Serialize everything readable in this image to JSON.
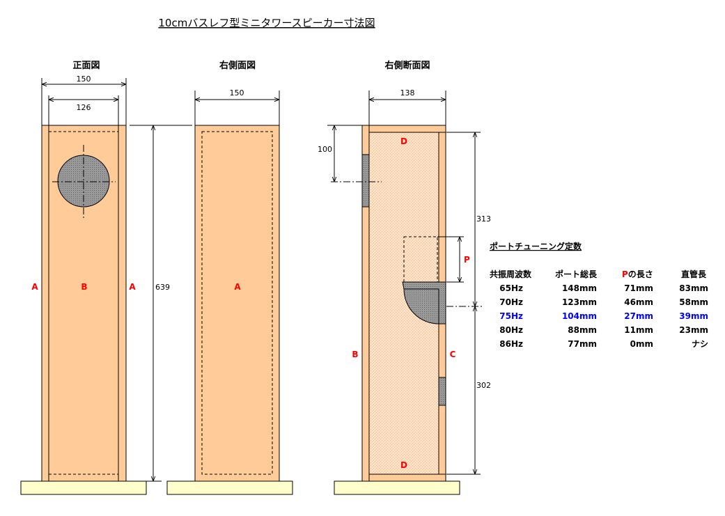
{
  "title": "10cmバスレフ型ミニタワースピーカー寸法図",
  "colors": {
    "panel": "#FFCC99",
    "interior": "#FFE2C6",
    "base": "#FFFFCC",
    "driver": "#999999",
    "label_red": "#FF0000",
    "highlight": "#0000FF"
  },
  "front_view": {
    "label": "正面図",
    "width_outer": "150",
    "width_inner": "126",
    "height": "639",
    "panel_left": "A",
    "panel_center": "B",
    "panel_right": "A"
  },
  "side_view": {
    "label": "右側面図",
    "width": "150",
    "panel": "A"
  },
  "section_view": {
    "label": "右側断面図",
    "depth": "138",
    "driver_offset": "100",
    "upper_height": "313",
    "lower_height": "302",
    "port_label": "P",
    "panel_top": "D",
    "panel_bottom": "D",
    "panel_front": "B",
    "panel_back": "C"
  },
  "tuning_table": {
    "title": "ポートチューニング定数",
    "headers": {
      "frequency": "共振周波数",
      "port_total": "ポート総長",
      "p_length_prefix": "P",
      "p_length_suffix": "の長さ",
      "straight": "直管長"
    },
    "rows": [
      {
        "frequency": "65Hz",
        "port_total": "148mm",
        "p_length": "71mm",
        "straight": "83mm",
        "highlight": false
      },
      {
        "frequency": "70Hz",
        "port_total": "123mm",
        "p_length": "46mm",
        "straight": "58mm",
        "highlight": false
      },
      {
        "frequency": "75Hz",
        "port_total": "104mm",
        "p_length": "27mm",
        "straight": "39mm",
        "highlight": true
      },
      {
        "frequency": "80Hz",
        "port_total": "88mm",
        "p_length": "11mm",
        "straight": "23mm",
        "highlight": false
      },
      {
        "frequency": "86Hz",
        "port_total": "77mm",
        "p_length": "0mm",
        "straight": "ナシ",
        "highlight": false
      }
    ]
  }
}
